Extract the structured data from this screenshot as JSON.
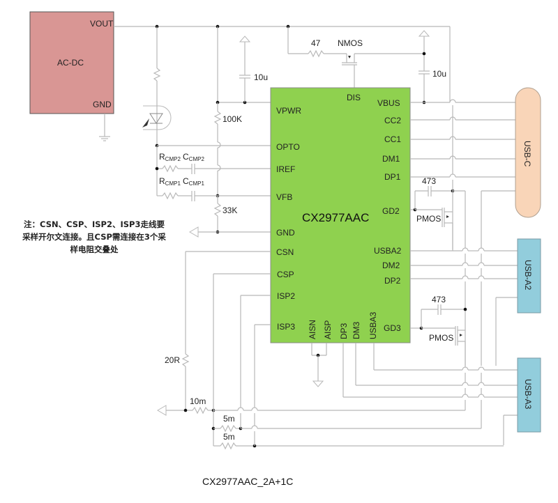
{
  "diagram": {
    "caption": "CX2977AAC_2A+1C",
    "note": "注：CSN、CSP、ISP2、ISP3走线要采样开尔文连接。且CSP需连接在3个采样电阻交叠处",
    "colors": {
      "acdc_fill": "#d99694",
      "chip_fill": "#8fd14f",
      "usbc_fill": "#f9d5b8",
      "usba_fill": "#92cddc",
      "wire": "#b8b8b8"
    },
    "blocks": {
      "acdc": {
        "label": "AC-DC",
        "pin_vout": "VOUT",
        "pin_gnd": "GND"
      },
      "chip": {
        "name": "CX2977AAC",
        "left_pins": [
          "VPWR",
          "OPTO",
          "IREF",
          "VFB",
          "GND",
          "CSN",
          "CSP",
          "ISP2",
          "ISP3"
        ],
        "right_pins": [
          "VBUS",
          "CC2",
          "CC1",
          "DM1",
          "DP1",
          "GD2",
          "USBA2",
          "DM2",
          "DP2",
          "GD3"
        ],
        "top_pins": [
          "DIS"
        ],
        "bottom_pins": [
          "AISN",
          "AISP",
          "DP3",
          "DM3",
          "USBA3"
        ]
      },
      "usbc": {
        "label": "USB-C"
      },
      "usba2": {
        "label": "USB-A2"
      },
      "usba3": {
        "label": "USB-A3"
      }
    },
    "components": {
      "r_gate": "47",
      "nmos": "NMOS",
      "cap_vpwr": "10u",
      "cap_vbus": "10u",
      "r_vpwr": "100K",
      "r_vfb": "33K",
      "rcmp2": "R",
      "rcmp2_sub": "CMP2",
      "ccmp2": "C",
      "ccmp2_sub": "CMP2",
      "rcmp1": "R",
      "rcmp1_sub": "CMP1",
      "ccmp1": "C",
      "ccmp1_sub": "CMP1",
      "cap_gd2": "473",
      "pmos_gd2": "PMOS",
      "cap_gd3": "473",
      "pmos_gd3": "PMOS",
      "r_csn": "20R",
      "r_sense_main": "10m",
      "r_sense_a2": "5m",
      "r_sense_a3": "5m"
    }
  }
}
